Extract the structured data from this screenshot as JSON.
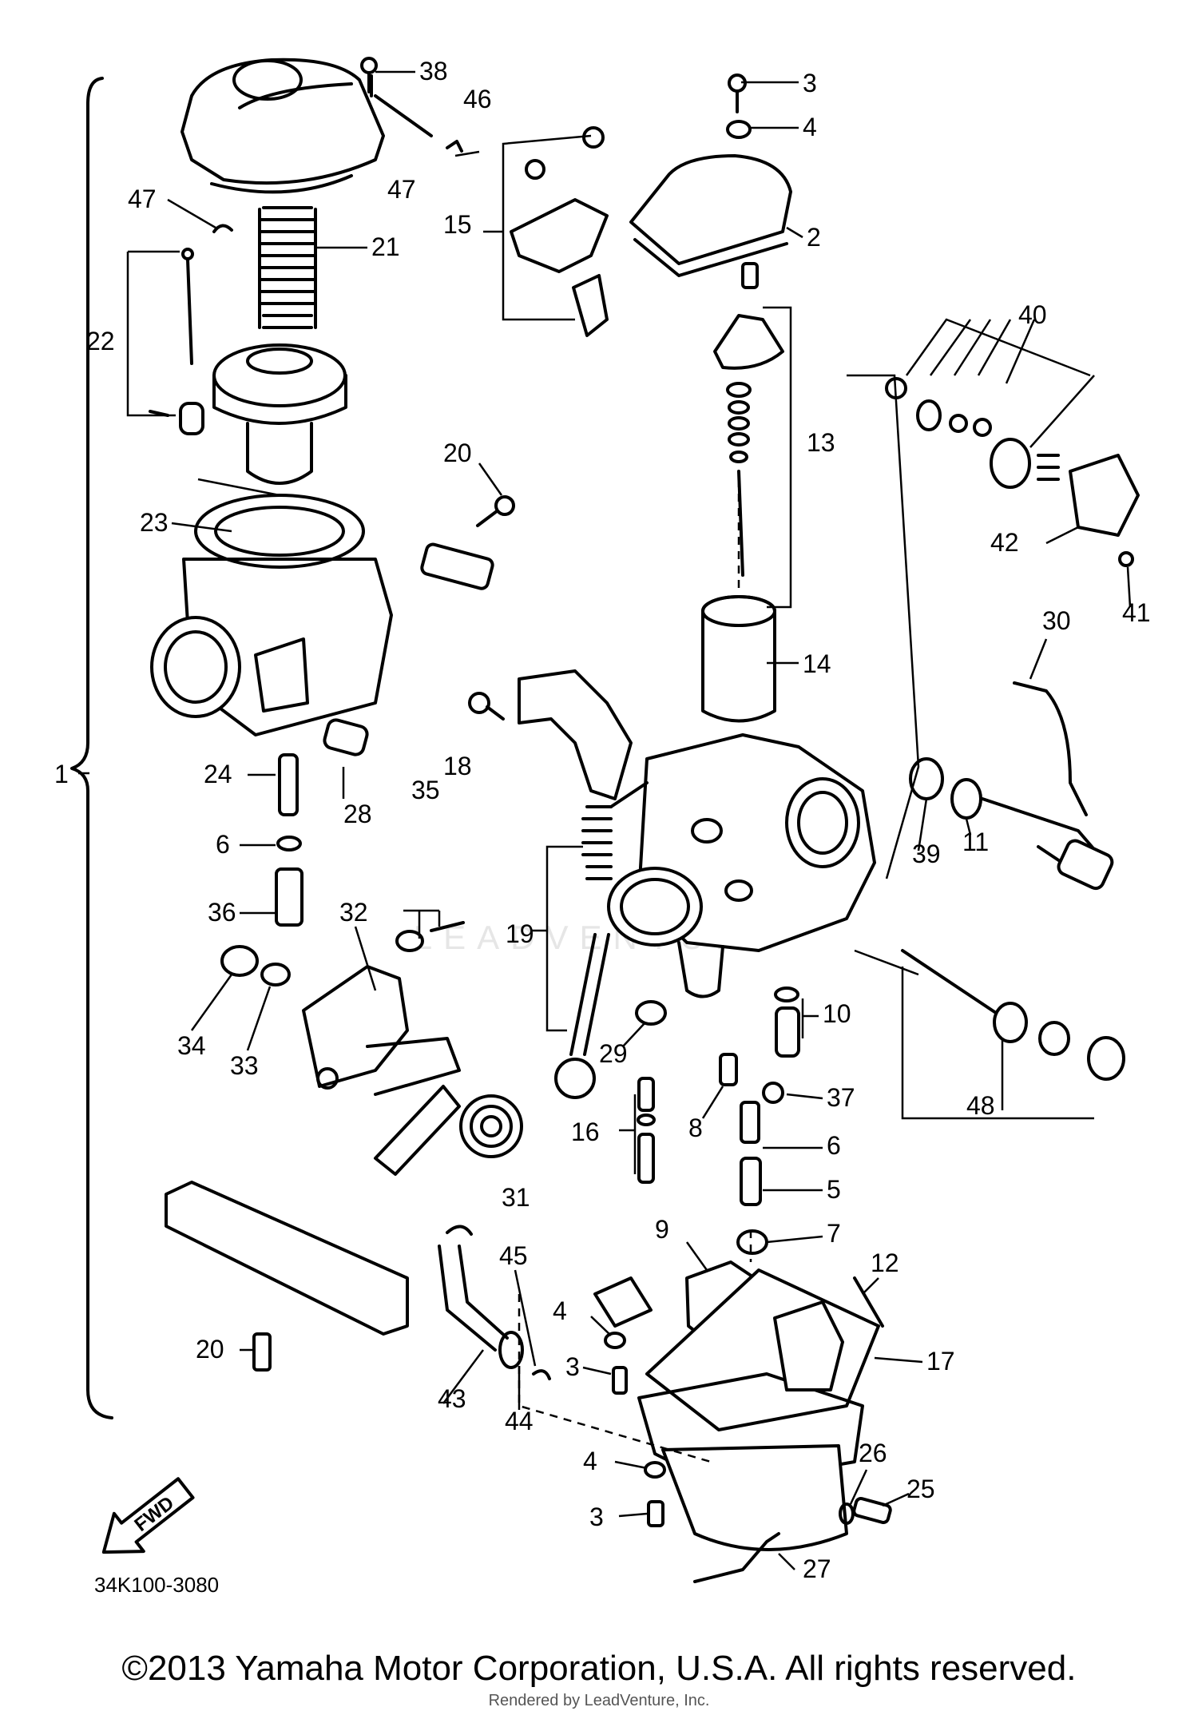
{
  "diagram": {
    "code": "34K100-3080",
    "direction_label": "FWD",
    "watermark": "LEADVENTURE",
    "callouts": [
      {
        "id": "c1",
        "text": "1"
      },
      {
        "id": "c2",
        "text": "2"
      },
      {
        "id": "c3a",
        "text": "3"
      },
      {
        "id": "c3b",
        "text": "3"
      },
      {
        "id": "c3c",
        "text": "3"
      },
      {
        "id": "c4a",
        "text": "4"
      },
      {
        "id": "c4b",
        "text": "4"
      },
      {
        "id": "c4c",
        "text": "4"
      },
      {
        "id": "c5",
        "text": "5"
      },
      {
        "id": "c6a",
        "text": "6"
      },
      {
        "id": "c6b",
        "text": "6"
      },
      {
        "id": "c7",
        "text": "7"
      },
      {
        "id": "c8",
        "text": "8"
      },
      {
        "id": "c9",
        "text": "9"
      },
      {
        "id": "c10",
        "text": "10"
      },
      {
        "id": "c11",
        "text": "11"
      },
      {
        "id": "c12",
        "text": "12"
      },
      {
        "id": "c13",
        "text": "13"
      },
      {
        "id": "c14",
        "text": "14"
      },
      {
        "id": "c15",
        "text": "15"
      },
      {
        "id": "c16",
        "text": "16"
      },
      {
        "id": "c17",
        "text": "17"
      },
      {
        "id": "c18",
        "text": "18"
      },
      {
        "id": "c19",
        "text": "19"
      },
      {
        "id": "c20a",
        "text": "20"
      },
      {
        "id": "c20b",
        "text": "20"
      },
      {
        "id": "c21",
        "text": "21"
      },
      {
        "id": "c22",
        "text": "22"
      },
      {
        "id": "c23",
        "text": "23"
      },
      {
        "id": "c24",
        "text": "24"
      },
      {
        "id": "c25",
        "text": "25"
      },
      {
        "id": "c26",
        "text": "26"
      },
      {
        "id": "c27",
        "text": "27"
      },
      {
        "id": "c28",
        "text": "28"
      },
      {
        "id": "c29",
        "text": "29"
      },
      {
        "id": "c30",
        "text": "30"
      },
      {
        "id": "c31",
        "text": "31"
      },
      {
        "id": "c32",
        "text": "32"
      },
      {
        "id": "c33",
        "text": "33"
      },
      {
        "id": "c34",
        "text": "34"
      },
      {
        "id": "c35",
        "text": "35"
      },
      {
        "id": "c36",
        "text": "36"
      },
      {
        "id": "c37",
        "text": "37"
      },
      {
        "id": "c38",
        "text": "38"
      },
      {
        "id": "c39",
        "text": "39"
      },
      {
        "id": "c40",
        "text": "40"
      },
      {
        "id": "c41",
        "text": "41"
      },
      {
        "id": "c42",
        "text": "42"
      },
      {
        "id": "c43",
        "text": "43"
      },
      {
        "id": "c44",
        "text": "44"
      },
      {
        "id": "c45",
        "text": "45"
      },
      {
        "id": "c46",
        "text": "46"
      },
      {
        "id": "c47a",
        "text": "47"
      },
      {
        "id": "c47b",
        "text": "47"
      },
      {
        "id": "c48",
        "text": "48"
      }
    ]
  },
  "footer": {
    "copyright": "©2013 Yamaha Motor Corporation, U.S.A. All rights reserved.",
    "rendered_by": "Rendered by LeadVenture, Inc."
  }
}
